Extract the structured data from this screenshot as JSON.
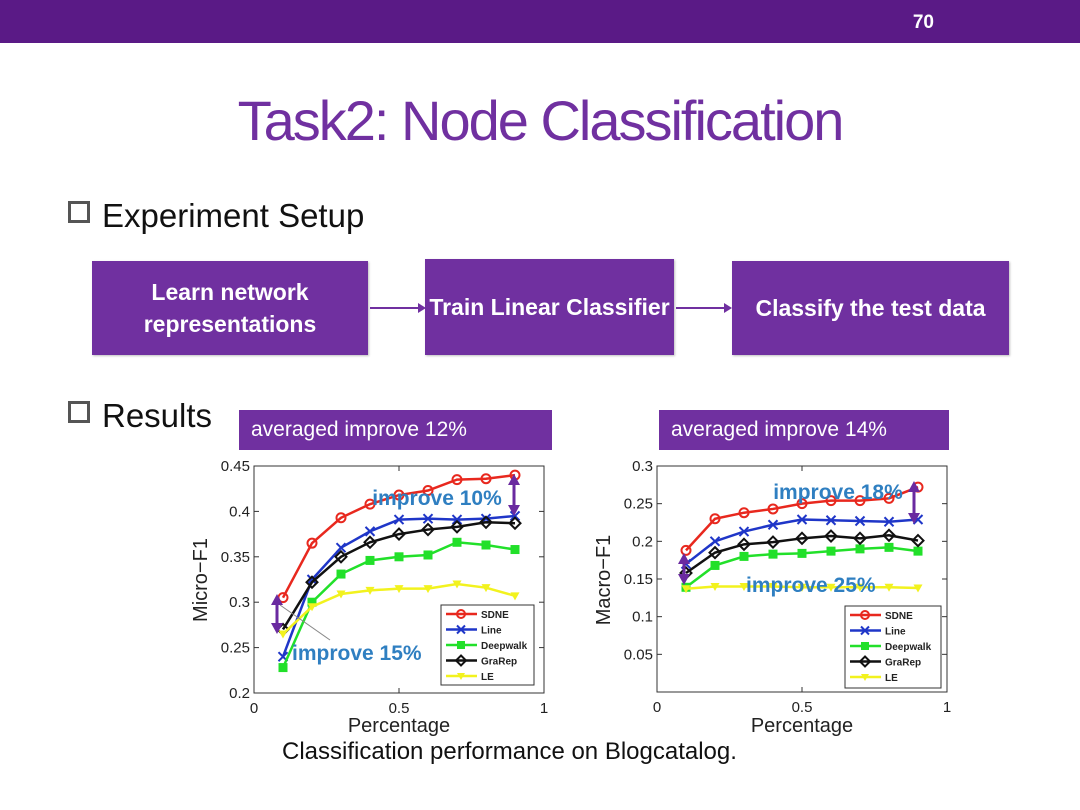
{
  "slide": {
    "number": "70",
    "title": "Task2: Node Classification",
    "bullets": [
      "Experiment Setup",
      "Results"
    ],
    "steps": [
      "Learn network representations",
      "Train Linear Classifier",
      "Classify the test data"
    ],
    "averaged": [
      "averaged improve 12%",
      "averaged improve 14%"
    ],
    "caption": "Classification performance on Blogcatalog.",
    "colors": {
      "bar": "#5a1a86",
      "accent": "#7030a0",
      "annotation": "#2f7fc1"
    }
  },
  "chart_data": [
    {
      "type": "line",
      "xlabel": "Percentage",
      "ylabel": "Micro−F1",
      "xlim": [
        0,
        1
      ],
      "ylim": [
        0.2,
        0.45
      ],
      "xticks": [
        0,
        0.5,
        1
      ],
      "xtick_labels": [
        "0",
        "0.5",
        "1"
      ],
      "yticks": [
        0.2,
        0.25,
        0.3,
        0.35,
        0.4,
        0.45
      ],
      "ytick_labels": [
        "0.2",
        "0.25",
        "0.3",
        "0.35",
        "0.4",
        "0.45"
      ],
      "legend_position": "bottom-right",
      "x": [
        0.1,
        0.2,
        0.3,
        0.4,
        0.5,
        0.6,
        0.7,
        0.8,
        0.9
      ],
      "series": [
        {
          "name": "SDNE",
          "color": "#e8281e",
          "marker": "circle",
          "values": [
            0.305,
            0.365,
            0.393,
            0.408,
            0.418,
            0.423,
            0.435,
            0.436,
            0.44
          ]
        },
        {
          "name": "Line",
          "color": "#1f36c8",
          "marker": "x",
          "values": [
            0.24,
            0.325,
            0.36,
            0.378,
            0.391,
            0.392,
            0.391,
            0.392,
            0.395
          ]
        },
        {
          "name": "Deepwalk",
          "color": "#22e02a",
          "marker": "square",
          "values": [
            0.228,
            0.3,
            0.331,
            0.346,
            0.35,
            0.352,
            0.366,
            0.363,
            0.358
          ]
        },
        {
          "name": "GraRep",
          "color": "#111111",
          "marker": "diamond",
          "values": [
            0.27,
            0.322,
            0.35,
            0.366,
            0.375,
            0.38,
            0.383,
            0.388,
            0.387
          ]
        },
        {
          "name": "LE",
          "color": "#f2f21e",
          "marker": "triangle",
          "values": [
            0.265,
            0.295,
            0.309,
            0.313,
            0.315,
            0.315,
            0.32,
            0.316,
            0.307
          ]
        }
      ],
      "annotations": [
        "improve 10%",
        "improve 15%"
      ]
    },
    {
      "type": "line",
      "xlabel": "Percentage",
      "ylabel": "Macro−F1",
      "xlim": [
        0,
        1
      ],
      "ylim": [
        0,
        0.3
      ],
      "xticks": [
        0,
        0.5,
        1
      ],
      "xtick_labels": [
        "0",
        "0.5",
        "1"
      ],
      "yticks": [
        0.05,
        0.1,
        0.15,
        0.2,
        0.25,
        0.3
      ],
      "ytick_labels": [
        "0.05",
        "0.1",
        "0.15",
        "0.2",
        "0.25",
        "0.3"
      ],
      "legend_position": "bottom-right",
      "x": [
        0.1,
        0.2,
        0.3,
        0.4,
        0.5,
        0.6,
        0.7,
        0.8,
        0.9
      ],
      "series": [
        {
          "name": "SDNE",
          "color": "#e8281e",
          "marker": "circle",
          "values": [
            0.188,
            0.23,
            0.238,
            0.243,
            0.25,
            0.254,
            0.254,
            0.257,
            0.272
          ]
        },
        {
          "name": "Line",
          "color": "#1f36c8",
          "marker": "x",
          "values": [
            0.17,
            0.2,
            0.213,
            0.222,
            0.229,
            0.228,
            0.227,
            0.226,
            0.229
          ]
        },
        {
          "name": "Deepwalk",
          "color": "#22e02a",
          "marker": "square",
          "values": [
            0.139,
            0.168,
            0.18,
            0.183,
            0.184,
            0.187,
            0.19,
            0.192,
            0.187
          ]
        },
        {
          "name": "GraRep",
          "color": "#111111",
          "marker": "diamond",
          "values": [
            0.158,
            0.185,
            0.196,
            0.199,
            0.204,
            0.207,
            0.204,
            0.208,
            0.201
          ]
        },
        {
          "name": "LE",
          "color": "#f2f21e",
          "marker": "triangle",
          "values": [
            0.137,
            0.14,
            0.14,
            0.14,
            0.139,
            0.139,
            0.139,
            0.139,
            0.138
          ]
        }
      ],
      "annotations": [
        "improve 18%",
        "improve 25%"
      ]
    }
  ]
}
